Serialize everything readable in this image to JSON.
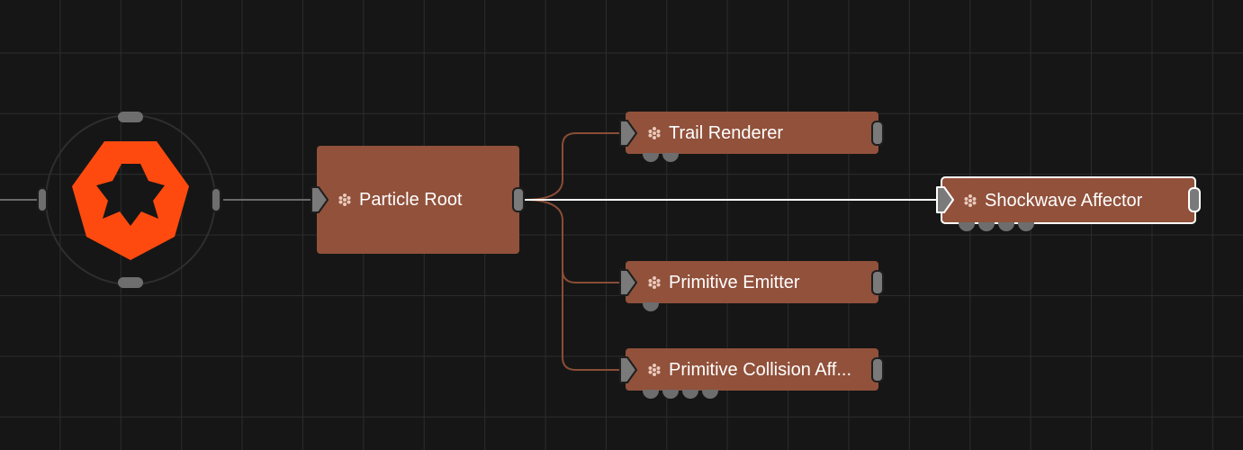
{
  "canvas": {
    "colors": {
      "background": "#161616",
      "node": "#91513b",
      "wire_primary": "#ffffff",
      "wire_secondary": "#8a4d36",
      "logo": "#ff4a0f"
    }
  },
  "logo": {
    "icon": "effect-graph-logo-icon"
  },
  "nodes": {
    "particle_root": {
      "label": "Particle Root",
      "icon": "particle-cluster-icon"
    },
    "trail_renderer": {
      "label": "Trail Renderer",
      "icon": "particle-cluster-icon"
    },
    "shockwave_affector": {
      "label": "Shockwave Affector",
      "icon": "particle-cluster-icon",
      "selected": true
    },
    "primitive_emitter": {
      "label": "Primitive Emitter",
      "icon": "particle-cluster-icon"
    },
    "primitive_collision": {
      "label": "Primitive Collision Aff...",
      "icon": "particle-cluster-icon"
    }
  }
}
